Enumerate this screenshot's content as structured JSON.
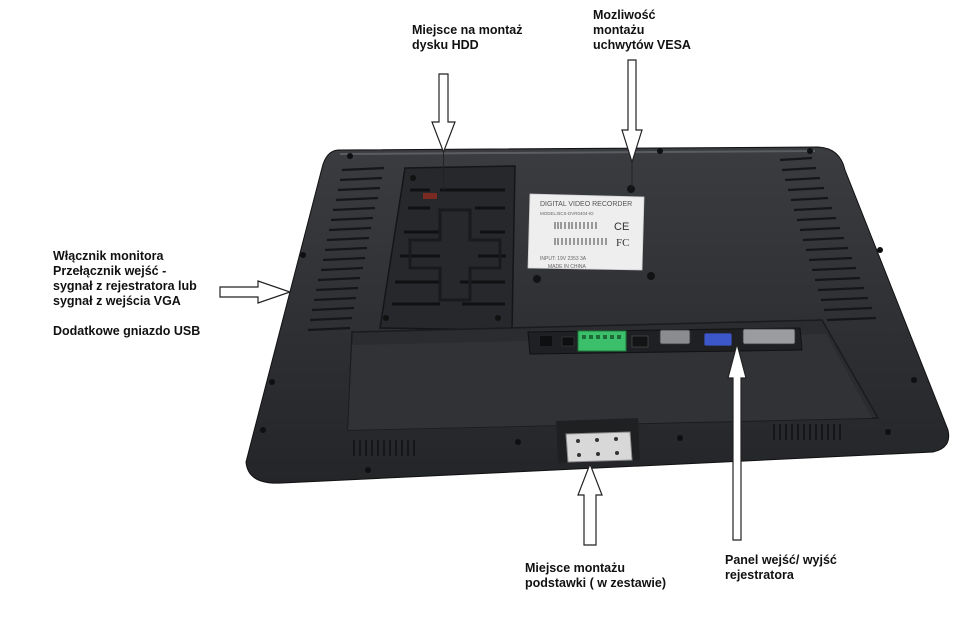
{
  "labels": {
    "hdd": [
      "Miejsce na montaż",
      "dysku HDD"
    ],
    "vesa": [
      "Mozliwość",
      "montażu",
      "uchwytów VESA"
    ],
    "left_main": [
      "Włącznik monitora",
      "Przełącznik wejść  -",
      "sygnał z rejestratora lub",
      "sygnał z wejścia VGA"
    ],
    "left_usb": "Dodatkowe gniazdo USB",
    "stand": [
      "Miejsce montażu",
      "podstawki ( w zestawie)"
    ],
    "panel": [
      "Panel wejść/ wyjść",
      "rejestratora"
    ]
  },
  "sticker": {
    "title": "DIGITAL VIDEO RECORDER",
    "model": "MODEL:BCS-DVR0404-ID",
    "input": "INPUT: 19V 2353 3A",
    "made": "MADE IN CHINA",
    "ce": "CE",
    "fc": "FC"
  },
  "colors": {
    "body": "#2e3033",
    "body_dark": "#1d1f22",
    "sticker": "#f2f2f2",
    "terminal": "#3cbf6a",
    "vga": "#3b57c9"
  }
}
